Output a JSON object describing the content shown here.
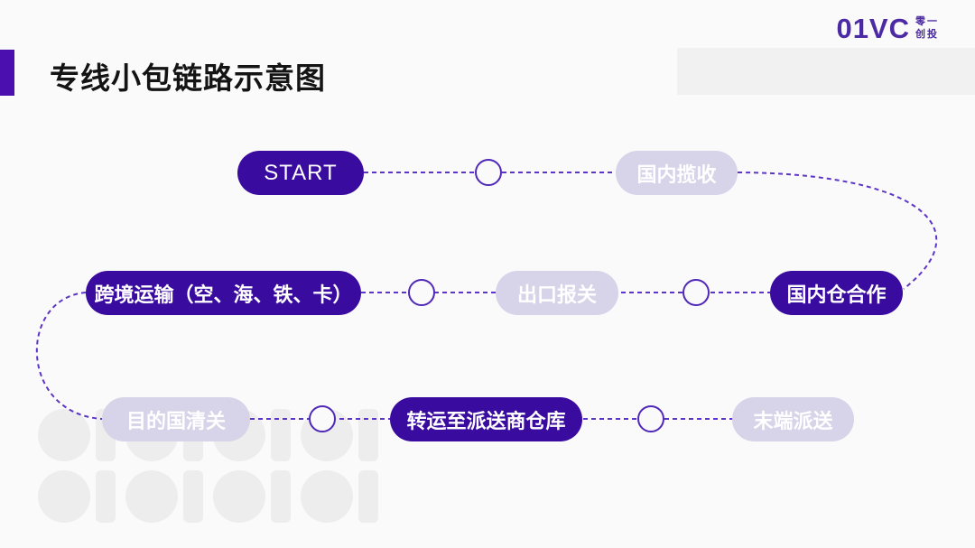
{
  "slide": {
    "title": "专线小包链路示意图"
  },
  "logo": {
    "brand": "01VC",
    "tagline_line1": "零一",
    "tagline_line2": "创投"
  },
  "flow": {
    "rows": [
      {
        "nodes": [
          {
            "label": "START",
            "style": "dark"
          },
          {
            "label": "国内揽收",
            "style": "light"
          }
        ]
      },
      {
        "nodes": [
          {
            "label": "跨境运输（空、海、铁、卡）",
            "style": "dark"
          },
          {
            "label": "出口报关",
            "style": "light"
          },
          {
            "label": "国内仓合作",
            "style": "dark"
          }
        ]
      },
      {
        "nodes": [
          {
            "label": "目的国清关",
            "style": "light"
          },
          {
            "label": "转运至派送商仓库",
            "style": "dark"
          },
          {
            "label": "末端派送",
            "style": "light"
          }
        ]
      }
    ],
    "sequence": [
      "START",
      "国内揽收",
      "国内仓合作",
      "出口报关",
      "跨境运输（空、海、铁、卡）",
      "目的国清关",
      "转运至派送商仓库",
      "末端派送"
    ]
  },
  "colors": {
    "background": "#fbfafb",
    "dark_pill": "#3a0b9f",
    "light_pill": "#d7d3e8",
    "accent_bar": "#4a0fae",
    "dashed_line": "#5d35c5",
    "logo_purple": "#4b2aa3",
    "pattern_gray": "#ededed",
    "header_gray": "#f1f1f1"
  }
}
